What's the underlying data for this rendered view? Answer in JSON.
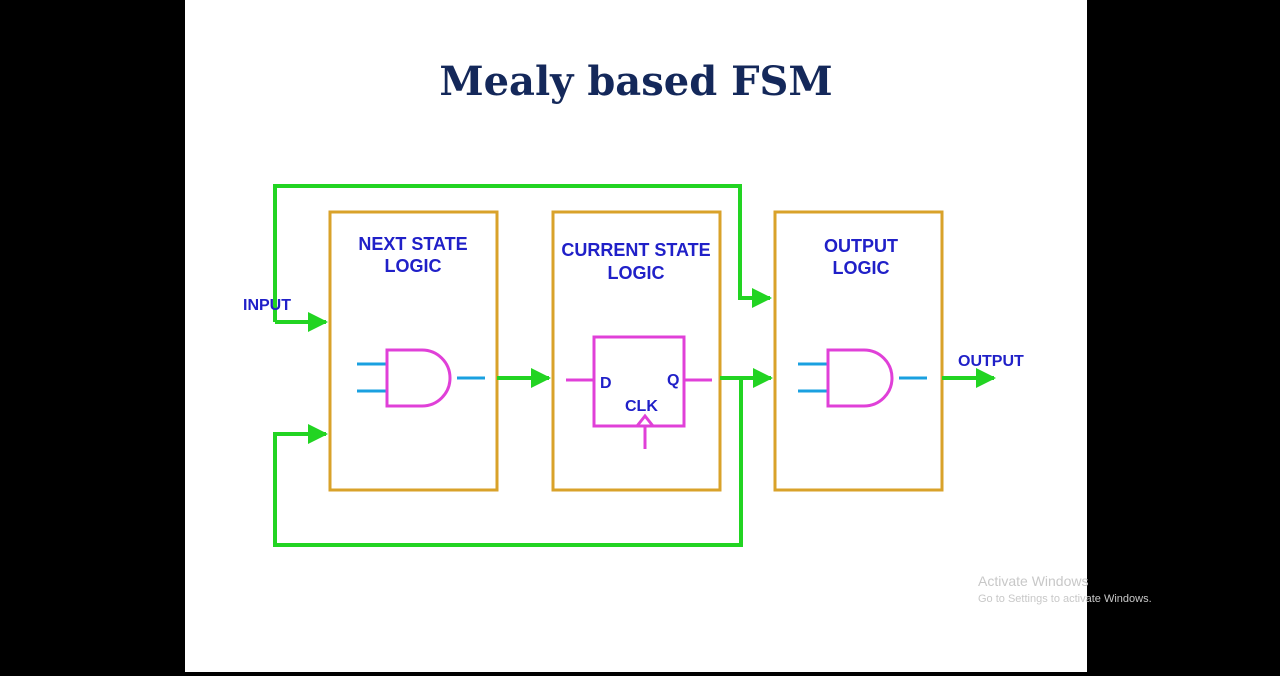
{
  "slide": {
    "title": "Mealy based FSM"
  },
  "diagram": {
    "blocks": [
      {
        "id": "next_state",
        "label_lines": [
          "NEXT STATE",
          "LOGIC"
        ]
      },
      {
        "id": "current_state",
        "label_lines": [
          "CURRENT STATE",
          "LOGIC"
        ]
      },
      {
        "id": "output_logic",
        "label_lines": [
          "OUTPUT",
          "LOGIC"
        ]
      }
    ],
    "input_label": "INPUT",
    "output_label": "OUTPUT",
    "flip_flop": {
      "d_label": "D",
      "q_label": "Q",
      "clk_label": "CLK"
    },
    "colors": {
      "block_border": "#d9a22a",
      "wire": "#22d422",
      "gate": "#e040d8",
      "gate_pin": "#1aa0e0",
      "label": "#2020c8",
      "title": "#14285a"
    }
  },
  "watermark": {
    "title": "Activate Windows",
    "subtitle": "Go to Settings to activate Windows."
  }
}
